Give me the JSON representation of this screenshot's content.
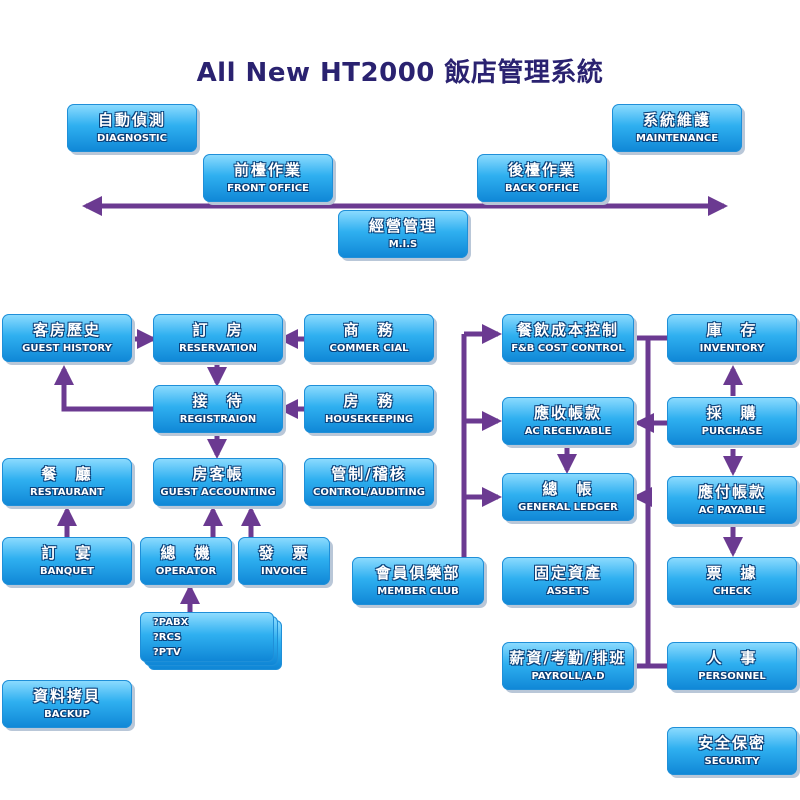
{
  "title": "All New HT2000 飯店管理系統",
  "boxes": {
    "diagnostic": {
      "zh": "自動偵測",
      "en": "DIAGNOSTIC"
    },
    "maintenance": {
      "zh": "系統維護",
      "en": "MAINTENANCE"
    },
    "front_office": {
      "zh": "前檯作業",
      "en": "FRONT OFFICE"
    },
    "back_office": {
      "zh": "後檯作業",
      "en": "BACK OFFICE"
    },
    "mis": {
      "zh": "經營管理",
      "en": "M.I.S"
    },
    "guest_history": {
      "zh": "客房歷史",
      "en": "GUEST HISTORY"
    },
    "reservation": {
      "zh": "訂　房",
      "en": "RESERVATION"
    },
    "commercial": {
      "zh": "商　務",
      "en": "COMMER CIAL"
    },
    "registration": {
      "zh": "接　待",
      "en": "REGISTRAION"
    },
    "housekeeping": {
      "zh": "房　務",
      "en": "HOUSEKEEPING"
    },
    "restaurant": {
      "zh": "餐　廳",
      "en": "RESTAURANT"
    },
    "guest_accounting": {
      "zh": "房客帳",
      "en": "GUEST ACCOUNTING"
    },
    "control_auditing": {
      "zh": "管制/稽核",
      "en": "CONTROL/AUDITING"
    },
    "banquet": {
      "zh": "訂　宴",
      "en": "BANQUET"
    },
    "operator": {
      "zh": "總　機",
      "en": "OPERATOR"
    },
    "invoice": {
      "zh": "發　票",
      "en": "INVOICE"
    },
    "backup": {
      "zh": "資料拷貝",
      "en": "BACKUP"
    },
    "fb_cost_control": {
      "zh": "餐飲成本控制",
      "en": "F&B COST CONTROL"
    },
    "inventory": {
      "zh": "庫　存",
      "en": "INVENTORY"
    },
    "ac_receivable": {
      "zh": "應收帳款",
      "en": "AC RECEIVABLE"
    },
    "purchase": {
      "zh": "採　購",
      "en": "PURCHASE"
    },
    "general_ledger": {
      "zh": "總　帳",
      "en": "GENERAL LEDGER"
    },
    "ac_payable": {
      "zh": "應付帳款",
      "en": "AC PAYABLE"
    },
    "member_club": {
      "zh": "會員俱樂部",
      "en": "MEMBER CLUB"
    },
    "assets": {
      "zh": "固定資產",
      "en": "ASSETS"
    },
    "check": {
      "zh": "票　據",
      "en": "CHECK"
    },
    "payroll": {
      "zh": "薪資/考勤/排班",
      "en": "PAYROLL/A.D"
    },
    "personnel": {
      "zh": "人　事",
      "en": "PERSONNEL"
    },
    "security": {
      "zh": "安全保密",
      "en": "SECURITY"
    }
  },
  "operator_sub": [
    "?PABX",
    "?RCS",
    "?PTV"
  ],
  "colors": {
    "line": "#6b3a91",
    "box": "#1a9be6",
    "title": "#2a2270"
  }
}
